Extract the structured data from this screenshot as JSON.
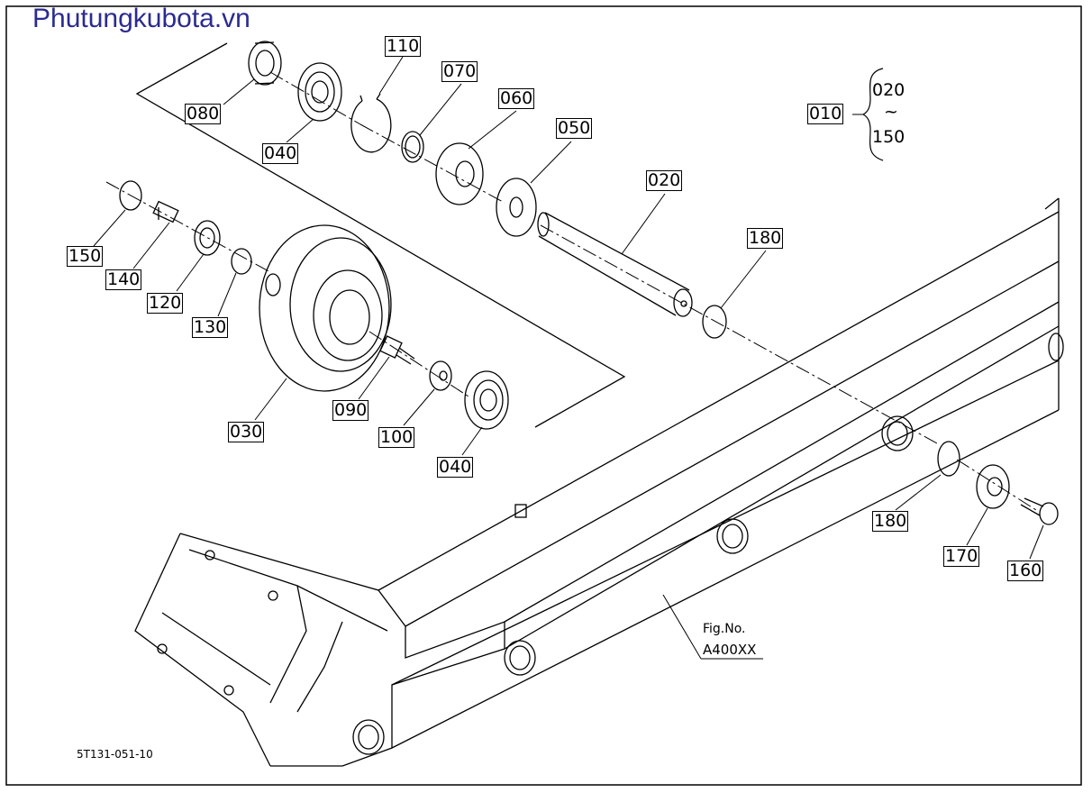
{
  "watermark": "Phutungkubota.vn",
  "parts": {
    "p080": "080",
    "p040a": "040",
    "p110": "110",
    "p070": "070",
    "p060": "060",
    "p050": "050",
    "p020": "020",
    "p180a": "180",
    "p150": "150",
    "p140": "140",
    "p120": "120",
    "p130": "130",
    "p030": "030",
    "p090": "090",
    "p100": "100",
    "p040b": "040",
    "p180b": "180",
    "p170": "170",
    "p160": "160",
    "p010": "010"
  },
  "range_note": {
    "from": "020",
    "sep": "~",
    "to": "150"
  },
  "fig_ref": {
    "label": "Fig.No.",
    "code": "A400XX"
  },
  "drawing_code": "5T131-051-10"
}
